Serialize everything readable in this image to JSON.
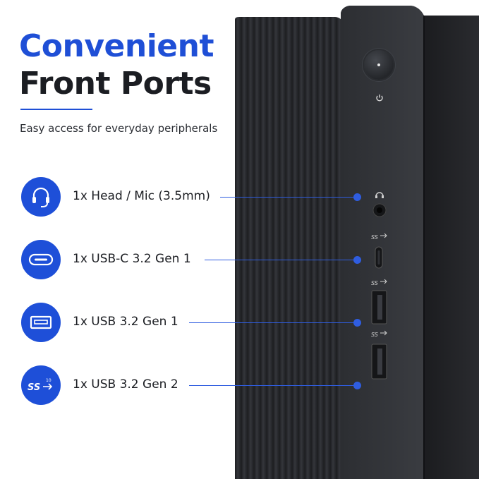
{
  "header": {
    "title_line1": "Convenient",
    "title_line2": "Front Ports",
    "subtitle": "Easy access for everyday peripherals"
  },
  "ports": [
    {
      "label": "1x Head / Mic (3.5mm)",
      "icon": "headset-icon"
    },
    {
      "label": "1x USB-C 3.2 Gen 1",
      "icon": "usb-c-icon"
    },
    {
      "label": "1x USB 3.2 Gen 1",
      "icon": "usb-a-icon"
    },
    {
      "label": "1x USB 3.2 Gen 2",
      "icon": "superspeed-10-icon"
    }
  ],
  "colors": {
    "accent": "#1e4fd8",
    "title_dark": "#1b1d22",
    "chassis": "#2a2c30"
  }
}
